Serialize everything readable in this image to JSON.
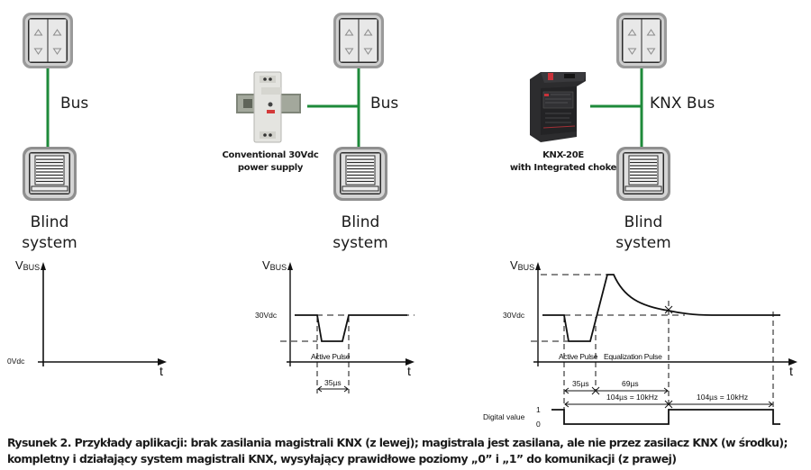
{
  "colors": {
    "bus_line": "#1e8a3a",
    "device_frame": "#8f8f8f",
    "device_face": "#e6e6e6",
    "knx_psu": "#2c2c2e",
    "psu_body": "#e4e4e0",
    "accent_red": "#d33a3a",
    "text": "#1b1b1b"
  },
  "panels": [
    {
      "id": "left",
      "switch_icon": "blind-switch-icon",
      "bus_label": "Bus",
      "blind_icon": "blind-actuator-icon",
      "blind_label_line1": "Blind",
      "blind_label_line2": "system",
      "power_supply": null
    },
    {
      "id": "middle",
      "switch_icon": "blind-switch-icon",
      "bus_label": "Bus",
      "blind_icon": "blind-actuator-icon",
      "blind_label_line1": "Blind",
      "blind_label_line2": "system",
      "power_supply": {
        "icon": "din-rail-power-supply-icon",
        "caption_line1": "Conventional 30Vdc",
        "caption_line2": "power supply"
      }
    },
    {
      "id": "right",
      "switch_icon": "blind-switch-icon",
      "bus_label": "KNX Bus",
      "blind_icon": "blind-actuator-icon",
      "blind_label_line1": "Blind",
      "blind_label_line2": "system",
      "power_supply": {
        "icon": "knx-power-supply-icon",
        "caption_line1": "KNX-20E",
        "caption_line2": "with Integrated choke"
      }
    }
  ],
  "chart_data": [
    {
      "type": "line",
      "title": "",
      "ylabel_main": "V",
      "ylabel_sub": "BUS",
      "xlabel": "t",
      "y_level_labels": [
        "0Vdc"
      ],
      "series": [
        {
          "name": "VBUS",
          "points": [
            [
              0,
              0
            ],
            [
              1,
              0
            ]
          ]
        }
      ],
      "annotations": []
    },
    {
      "type": "line",
      "title": "",
      "ylabel_main": "V",
      "ylabel_sub": "BUS",
      "xlabel": "t",
      "y_level_labels": [
        "30Vdc"
      ],
      "series": [
        {
          "name": "VBUS (relative)",
          "points": [
            [
              0,
              30
            ],
            [
              0.17,
              30
            ],
            [
              0.22,
              22
            ],
            [
              0.46,
              22
            ],
            [
              0.52,
              30
            ],
            [
              1,
              30
            ]
          ]
        }
      ],
      "annotations": [
        {
          "text": "Active Pulse"
        },
        {
          "text": "35µs",
          "kind": "span",
          "duration_us": 35
        }
      ]
    },
    {
      "type": "line",
      "title": "",
      "ylabel_main": "V",
      "ylabel_sub": "BUS",
      "xlabel": "t",
      "y_level_labels": [
        "30Vdc"
      ],
      "series": [
        {
          "name": "VBUS (relative)",
          "points": [
            [
              0,
              30
            ],
            [
              0.11,
              30
            ],
            [
              0.13,
              22
            ],
            [
              0.22,
              22
            ],
            [
              0.3,
              42
            ],
            [
              0.32,
              42
            ],
            [
              0.52,
              31
            ],
            [
              0.7,
              30
            ],
            [
              1,
              30
            ]
          ]
        },
        {
          "name": "Digital value",
          "levels": [
            1,
            0,
            1,
            0
          ],
          "transitions_us": [
            0,
            104,
            208
          ]
        }
      ],
      "annotations": [
        {
          "text": "Active Pulse"
        },
        {
          "text": "Equalization Pulse"
        },
        {
          "text": "35µs",
          "kind": "span",
          "duration_us": 35
        },
        {
          "text": "69µs",
          "kind": "span",
          "duration_us": 69
        },
        {
          "text": "104µs = 10kHz",
          "kind": "span",
          "duration_us": 104
        },
        {
          "text": "104µs = 10kHz",
          "kind": "span",
          "duration_us": 104
        }
      ],
      "digital_value": {
        "label": "Digital value",
        "high_label": "1",
        "low_label": "0"
      }
    }
  ],
  "caption": {
    "line1": "Rysunek 2. Przykłady aplikacji: brak zasilania magistrali KNX (z lewej); magistrala jest zasilana, ale nie przez zasilacz KNX (w środku);",
    "line2": "kompletny i działający system magistrali KNX, wysyłający prawidłowe poziomy „0” i „1” do komunikacji (z prawej)"
  }
}
